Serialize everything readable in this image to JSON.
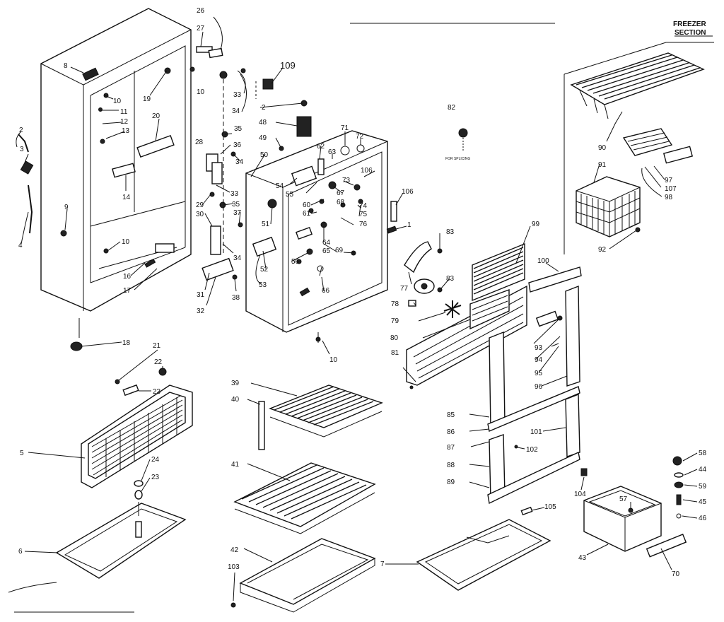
{
  "section_title": {
    "line1": "FREEZER",
    "line2": "SECTION"
  },
  "note": "FOR SPLICING",
  "callouts": {
    "p8": "8",
    "p10a": "10",
    "p11": "11",
    "p12": "12",
    "p13": "13",
    "p19": "19",
    "p20": "20",
    "p14": "14",
    "p2a": "2",
    "p3": "3",
    "p4": "4",
    "p9": "9",
    "p10b": "10",
    "p16": "16",
    "p17": "17",
    "p18": "18",
    "p26": "26",
    "p27": "27",
    "p10c": "10",
    "p28": "28",
    "p29": "29",
    "p30": "30",
    "p31": "31",
    "p32": "32",
    "p33a": "33",
    "p34a": "34",
    "p35a": "35",
    "p36": "36",
    "p34b": "34",
    "p33b": "33",
    "p35b": "35",
    "p37": "37",
    "p34c": "34",
    "p38": "38",
    "p109": "109",
    "p2b": "2",
    "p48a": "48",
    "p49": "49",
    "p50": "50",
    "p54": "54",
    "p55": "55",
    "p51": "51",
    "p52": "52",
    "p53": "53",
    "p56": "56",
    "p60": "60",
    "p61": "61",
    "p62": "62",
    "p63": "63",
    "p64": "64",
    "p65": "65",
    "p66": "66",
    "p67": "67",
    "p68": "68",
    "p69": "69",
    "p71": "71",
    "p72": "72",
    "p73": "73",
    "p74": "74",
    "p75": "75",
    "p76": "76",
    "p106a": "106",
    "p106b": "106",
    "p1": "1",
    "p10d": "10",
    "p82": "82",
    "p83a": "83",
    "p83b": "83",
    "p77": "77",
    "p78": "78",
    "p79": "79",
    "p80": "80",
    "p81": "81",
    "p99": "99",
    "p100": "100",
    "p93": "93",
    "p94": "94",
    "p95": "95",
    "p96": "96",
    "p85": "85",
    "p86": "86",
    "p87": "87",
    "p88": "88",
    "p89": "89",
    "p101": "101",
    "p102": "102",
    "p90": "90",
    "p91": "91",
    "p92": "92",
    "p97": "97",
    "p107": "107",
    "p98": "98",
    "p21": "21",
    "p22": "22",
    "p23a": "23",
    "p5": "5",
    "p24": "24",
    "p23b": "23",
    "p6": "6",
    "p39": "39",
    "p40": "40",
    "p41": "41",
    "p42": "42",
    "p103": "103",
    "p7": "7",
    "p105": "105",
    "p104": "104",
    "p57": "57",
    "p43": "43",
    "p70": "70",
    "p58": "58",
    "p44": "44",
    "p59": "59",
    "p45": "45",
    "p46": "46"
  }
}
